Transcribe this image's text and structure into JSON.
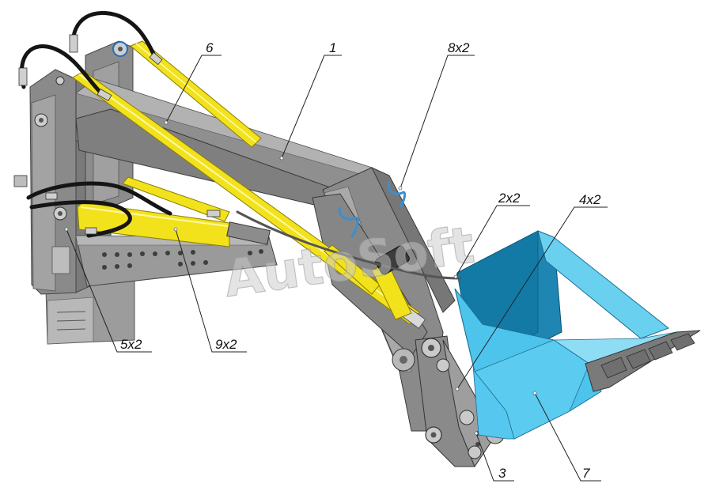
{
  "watermark": "AutoSoft",
  "callouts": [
    {
      "id": "1",
      "label": "1"
    },
    {
      "id": "6",
      "label": "6"
    },
    {
      "id": "8x2",
      "label": "8x2"
    },
    {
      "id": "2x2",
      "label": "2x2"
    },
    {
      "id": "4x2",
      "label": "4x2"
    },
    {
      "id": "5x2",
      "label": "5x2"
    },
    {
      "id": "9x2",
      "label": "9x2"
    },
    {
      "id": "3",
      "label": "3"
    },
    {
      "id": "7",
      "label": "7"
    }
  ],
  "colors": {
    "steel": "#8e8e8e",
    "steel_dark": "#6a6a6a",
    "steel_light": "#b4b4b4",
    "cylinder": "#f2e21c",
    "cylinder_dark": "#c9b80a",
    "bucket": "#49c3ea",
    "bucket_dark": "#1f86b3",
    "hose": "#151515",
    "bracket_blue": "#3b8fd0"
  }
}
